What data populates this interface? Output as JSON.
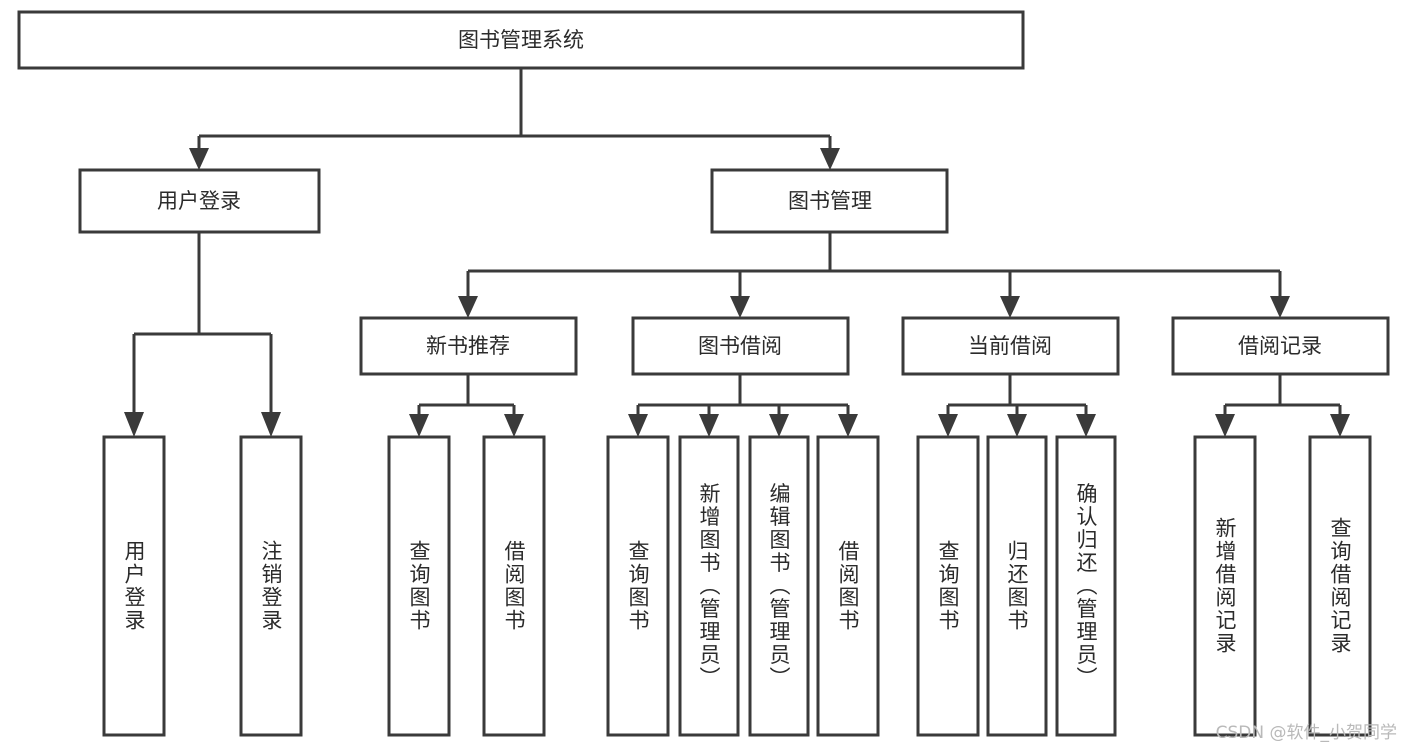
{
  "diagram": {
    "type": "tree-hierarchy",
    "title_node": "图书管理系统",
    "orientation": "top-down",
    "watermark": "CSDN @软件_小贺同学",
    "colors": {
      "box_stroke": "#3a3a3a",
      "box_fill": "#ffffff",
      "text": "#2b2b2b",
      "background": "#ffffff",
      "watermark": "#b9b9b9"
    },
    "levels": {
      "root": "图书管理系统",
      "level2": [
        "用户登录",
        "图书管理"
      ],
      "level3": [
        "新书推荐",
        "图书借阅",
        "当前借阅",
        "借阅记录"
      ],
      "leaves": [
        "用户登录",
        "注销登录",
        "查询图书",
        "借阅图书",
        "查询图书",
        "新增图书（管理员）",
        "编辑图书（管理员）",
        "借阅图书",
        "查询图书",
        "归还图书",
        "确认归还（管理员）",
        "新增借阅记录",
        "查询借阅记录"
      ]
    },
    "nodes": {
      "root": {
        "label": "图书管理系统"
      },
      "user_login": {
        "label": "用户登录"
      },
      "book_manage": {
        "label": "图书管理"
      },
      "new_book_rec": {
        "label": "新书推荐"
      },
      "book_borrow": {
        "label": "图书借阅"
      },
      "current_borrow": {
        "label": "当前借阅"
      },
      "borrow_record": {
        "label": "借阅记录"
      },
      "leaf_user_login": {
        "label": "用户登录"
      },
      "leaf_logout": {
        "label": "注销登录"
      },
      "leaf_query_book_1": {
        "label": "查询图书"
      },
      "leaf_borrow_book_1": {
        "label": "借阅图书"
      },
      "leaf_query_book_2": {
        "label": "查询图书"
      },
      "leaf_add_book": {
        "label": "新增图书（管理员）"
      },
      "leaf_edit_book": {
        "label": "编辑图书（管理员）"
      },
      "leaf_borrow_book_2": {
        "label": "借阅图书"
      },
      "leaf_query_book_3": {
        "label": "查询图书"
      },
      "leaf_return_book": {
        "label": "归还图书"
      },
      "leaf_confirm_return": {
        "label": "确认归还（管理员）"
      },
      "leaf_add_record": {
        "label": "新增借阅记录"
      },
      "leaf_query_record": {
        "label": "查询借阅记录"
      }
    },
    "edges": [
      {
        "from": "root",
        "to": "user_login"
      },
      {
        "from": "root",
        "to": "book_manage"
      },
      {
        "from": "user_login",
        "to": "leaf_user_login"
      },
      {
        "from": "user_login",
        "to": "leaf_logout"
      },
      {
        "from": "book_manage",
        "to": "new_book_rec"
      },
      {
        "from": "book_manage",
        "to": "book_borrow"
      },
      {
        "from": "book_manage",
        "to": "current_borrow"
      },
      {
        "from": "book_manage",
        "to": "borrow_record"
      },
      {
        "from": "new_book_rec",
        "to": "leaf_query_book_1"
      },
      {
        "from": "new_book_rec",
        "to": "leaf_borrow_book_1"
      },
      {
        "from": "book_borrow",
        "to": "leaf_query_book_2"
      },
      {
        "from": "book_borrow",
        "to": "leaf_add_book"
      },
      {
        "from": "book_borrow",
        "to": "leaf_edit_book"
      },
      {
        "from": "book_borrow",
        "to": "leaf_borrow_book_2"
      },
      {
        "from": "current_borrow",
        "to": "leaf_query_book_3"
      },
      {
        "from": "current_borrow",
        "to": "leaf_return_book"
      },
      {
        "from": "current_borrow",
        "to": "leaf_confirm_return"
      },
      {
        "from": "borrow_record",
        "to": "leaf_add_record"
      },
      {
        "from": "borrow_record",
        "to": "leaf_query_record"
      }
    ]
  }
}
